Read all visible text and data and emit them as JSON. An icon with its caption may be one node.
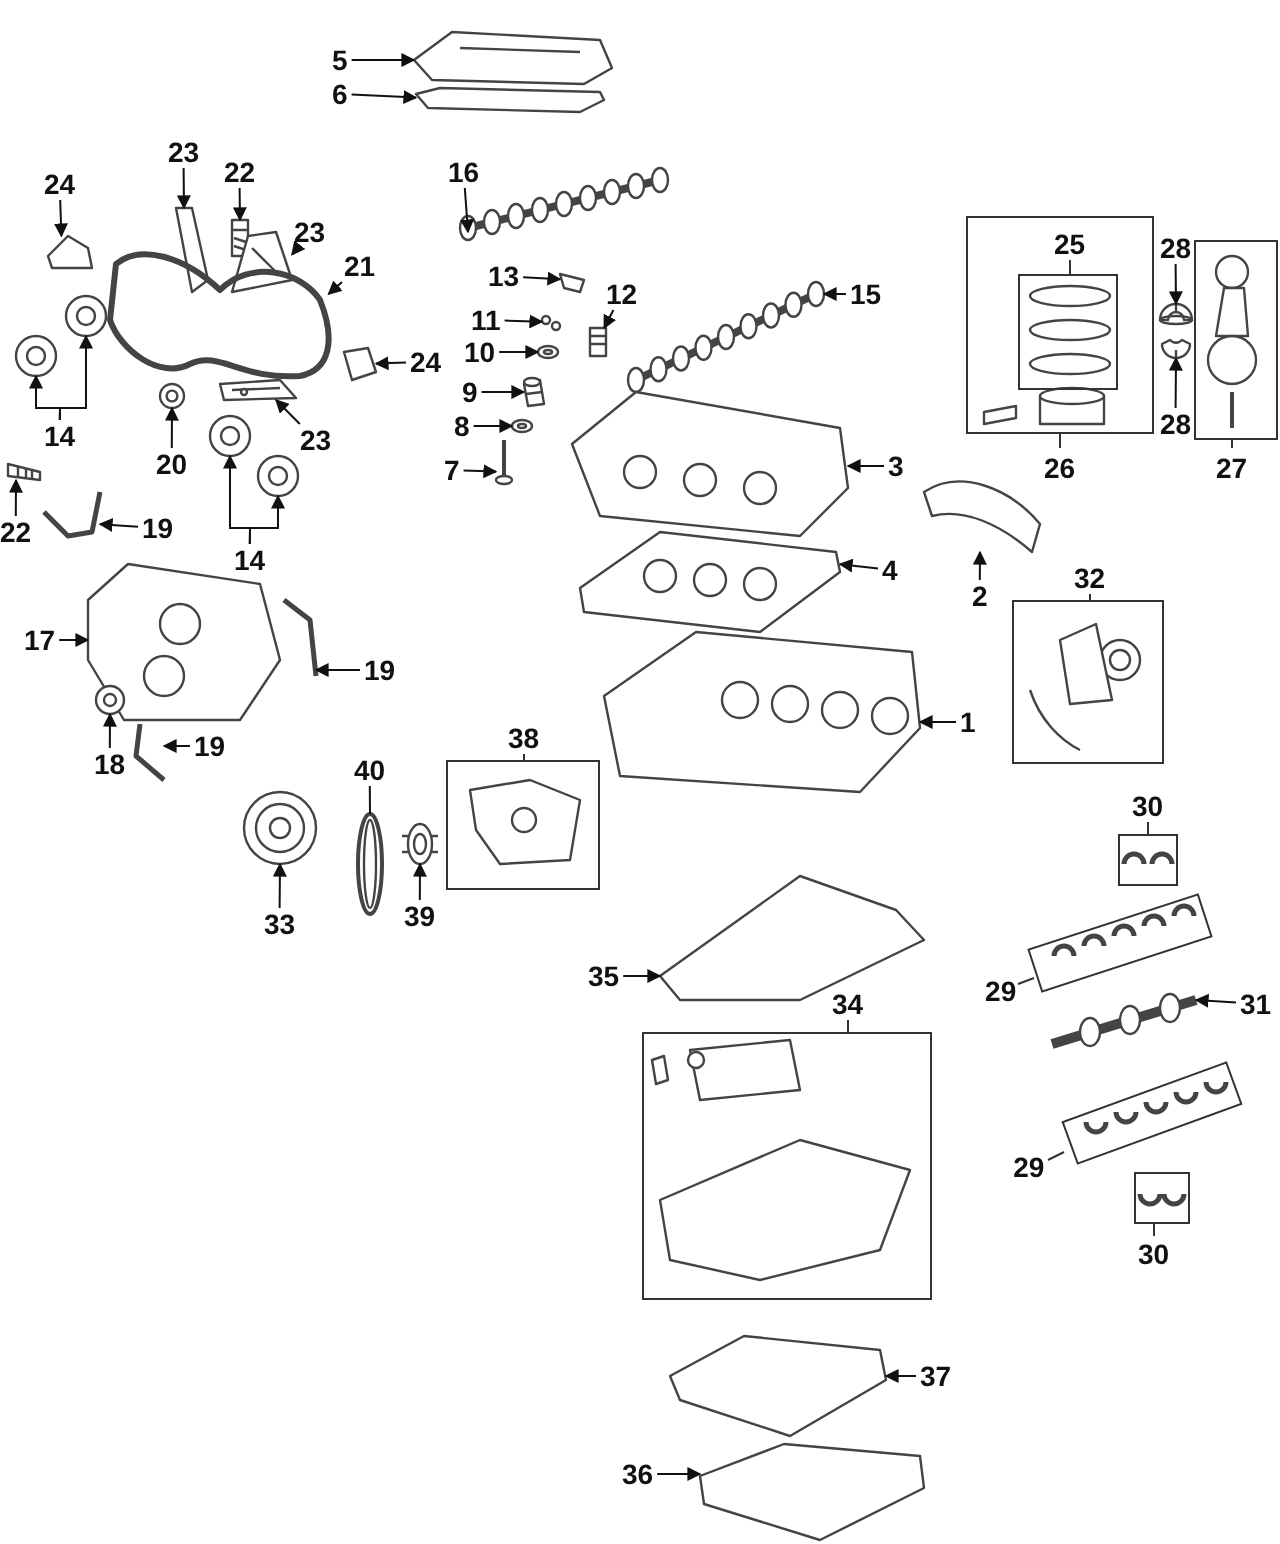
{
  "diagram": {
    "nodes": [
      {
        "text": [
          "5"
        ]
      },
      {
        "text": [
          "6"
        ]
      },
      {
        "text": [
          "24"
        ]
      },
      {
        "text": [
          "23"
        ]
      },
      {
        "text": [
          "22"
        ]
      },
      {
        "text": [
          "16"
        ]
      },
      {
        "text": [
          "23"
        ]
      },
      {
        "text": [
          "21"
        ]
      },
      {
        "text": [
          "13"
        ]
      },
      {
        "text": [
          "12"
        ]
      },
      {
        "text": [
          "15"
        ]
      },
      {
        "text": [
          "11"
        ]
      },
      {
        "text": [
          "10"
        ]
      },
      {
        "text": [
          "24"
        ]
      },
      {
        "text": [
          "9"
        ]
      },
      {
        "text": [
          "8"
        ]
      },
      {
        "text": [
          "7"
        ]
      },
      {
        "text": [
          "3"
        ]
      },
      {
        "text": [
          "14"
        ]
      },
      {
        "text": [
          "20"
        ]
      },
      {
        "text": [
          "23"
        ]
      },
      {
        "text": [
          "22"
        ]
      },
      {
        "text": [
          "19"
        ]
      },
      {
        "text": [
          "14"
        ]
      },
      {
        "text": [
          "4"
        ]
      },
      {
        "text": [
          "2"
        ]
      },
      {
        "text": [
          "17"
        ]
      },
      {
        "text": [
          "19"
        ]
      },
      {
        "text": [
          "1"
        ]
      },
      {
        "text": [
          "18"
        ]
      },
      {
        "text": [
          "19"
        ]
      },
      {
        "text": [
          "40"
        ]
      },
      {
        "text": [
          "33"
        ]
      },
      {
        "text": [
          "39"
        ]
      },
      {
        "text": [
          "35"
        ]
      },
      {
        "text": [
          "31"
        ]
      },
      {
        "text": [
          "37"
        ]
      },
      {
        "text": [
          "36"
        ]
      },
      {
        "text": [
          "28"
        ]
      },
      {
        "text": [
          "28"
        ]
      },
      {
        "text": [
          "26"
        ]
      },
      {
        "text": [
          "25"
        ],
        "in": 40
      },
      {
        "text": [
          "27"
        ]
      },
      {
        "text": [
          "32"
        ]
      },
      {
        "text": [
          "38"
        ]
      },
      {
        "text": [
          "34"
        ]
      },
      {
        "text": [
          "30"
        ]
      },
      {
        "text": [
          "29"
        ]
      },
      {
        "text": [
          "29"
        ]
      },
      {
        "text": [
          "30"
        ]
      },
      {
        "text": [],
        "shape": "picture"
      },
      {
        "text": [],
        "shape": "picture"
      },
      {
        "text": [],
        "shape": "picture"
      },
      {
        "text": [],
        "shape": "picture"
      },
      {
        "text": [],
        "shape": "picture"
      },
      {
        "text": [],
        "shape": "picture"
      },
      {
        "text": [],
        "shape": "picture"
      },
      {
        "text": [],
        "shape": "picture"
      },
      {
        "text": [],
        "shape": "picture"
      },
      {
        "text": [],
        "shape": "picture"
      },
      {
        "text": [],
        "shape": "picture"
      },
      {
        "text": [],
        "shape": "picture"
      },
      {
        "text": [],
        "shape": "picture"
      },
      {
        "text": [],
        "shape": "picture"
      },
      {
        "text": [],
        "shape": "picture"
      },
      {
        "text": [],
        "shape": "picture"
      },
      {
        "text": [],
        "shape": "picture"
      },
      {
        "text": [],
        "shape": "picture"
      },
      {
        "text": [],
        "shape": "picture"
      },
      {
        "text": [],
        "shape": "picture"
      },
      {
        "text": [],
        "shape": "picture"
      },
      {
        "text": [],
        "shape": "picture"
      },
      {
        "text": [],
        "shape": "picture"
      },
      {
        "text": [],
        "shape": "picture"
      },
      {
        "text": [],
        "shape": "picture"
      },
      {
        "text": [],
        "shape": "picture"
      },
      {
        "text": [],
        "shape": "picture"
      },
      {
        "text": [],
        "shape": "picture"
      },
      {
        "text": [],
        "shape": "picture"
      },
      {
        "text": [],
        "shape": "picture"
      },
      {
        "text": [],
        "shape": "picture"
      },
      {
        "text": [],
        "shape": "picture"
      },
      {
        "text": [],
        "shape": "picture"
      },
      {
        "text": [],
        "shape": "picture"
      },
      {
        "text": [],
        "shape": "picture"
      },
      {
        "text": [],
        "shape": "picture"
      },
      {
        "text": [],
        "shape": "picture"
      },
      {
        "text": [],
        "shape": "picture"
      },
      {
        "text": [],
        "shape": "picture"
      },
      {
        "text": [],
        "shape": "picture"
      },
      {
        "text": [],
        "shape": "picture"
      },
      {
        "text": [],
        "shape": "picture"
      }
    ],
    "edges": [
      {
        "from": 0,
        "to": 50,
        "arrow": "to"
      },
      {
        "from": 1,
        "to": 51,
        "arrow": "to"
      },
      {
        "from": 2,
        "to": 52,
        "arrow": "to"
      },
      {
        "from": 3,
        "to": 53,
        "arrow": "to"
      },
      {
        "from": 4,
        "to": 54,
        "arrow": "to"
      },
      {
        "from": 5,
        "to": 55,
        "arrow": "to"
      },
      {
        "from": 6,
        "to": 56,
        "arrow": "to"
      },
      {
        "from": 7,
        "to": 57,
        "arrow": "to"
      },
      {
        "from": 8,
        "to": 58,
        "arrow": "to"
      },
      {
        "from": 9,
        "to": 59,
        "arrow": "to"
      },
      {
        "from": 10,
        "to": 60,
        "arrow": "to"
      },
      {
        "from": 11,
        "to": 61,
        "arrow": "to"
      },
      {
        "from": 12,
        "to": 62,
        "arrow": "to"
      },
      {
        "from": 13,
        "to": 63,
        "arrow": "to"
      },
      {
        "from": 14,
        "to": 64,
        "arrow": "to"
      },
      {
        "from": 15,
        "to": 65,
        "arrow": "to"
      },
      {
        "from": 16,
        "to": 66,
        "arrow": "to"
      },
      {
        "from": 17,
        "to": 67,
        "arrow": "to"
      },
      {
        "from": 18,
        "to": 68,
        "arrow": "to"
      },
      {
        "from": 18,
        "to": 69,
        "arrow": "to"
      },
      {
        "from": 19,
        "to": 70,
        "arrow": "to"
      },
      {
        "from": 20,
        "to": 71,
        "arrow": "to"
      },
      {
        "from": 21,
        "to": 72,
        "arrow": "to"
      },
      {
        "from": 22,
        "to": 73,
        "arrow": "to"
      },
      {
        "from": 23,
        "to": 74,
        "arrow": "to"
      },
      {
        "from": 23,
        "to": 75,
        "arrow": "to"
      },
      {
        "from": 24,
        "to": 76,
        "arrow": "to"
      },
      {
        "from": 25,
        "to": 77,
        "arrow": "to"
      },
      {
        "from": 26,
        "to": 78,
        "arrow": "to"
      },
      {
        "from": 27,
        "to": 79,
        "arrow": "to"
      },
      {
        "from": 28,
        "to": 80,
        "arrow": "to"
      },
      {
        "from": 29,
        "to": 81,
        "arrow": "to"
      },
      {
        "from": 30,
        "to": 82,
        "arrow": "to"
      },
      {
        "from": 31,
        "to": 83,
        "arrow": "none"
      },
      {
        "from": 32,
        "to": 84,
        "arrow": "to"
      },
      {
        "from": 33,
        "to": 85,
        "arrow": "to"
      },
      {
        "from": 34,
        "to": 86,
        "arrow": "to"
      },
      {
        "from": 35,
        "to": 87,
        "arrow": "to"
      },
      {
        "from": 36,
        "to": 88,
        "arrow": "to"
      },
      {
        "from": 37,
        "to": 89,
        "arrow": "to"
      },
      {
        "from": 38,
        "to": 90,
        "arrow": "to"
      },
      {
        "from": 39,
        "to": 91,
        "arrow": "to"
      }
    ]
  }
}
